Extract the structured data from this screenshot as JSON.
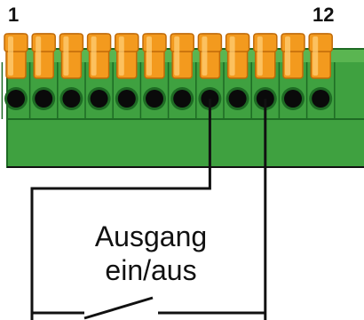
{
  "terminal_block": {
    "first_pin_label": "1",
    "last_pin_label": "12",
    "pin_count": 12,
    "colors": {
      "body": "#3fa140",
      "body_light": "#6cc35d",
      "body_dark": "#1e6b24",
      "lever": "#f39a1e",
      "lever_dark": "#c06a08",
      "lever_light": "#ffd27a",
      "hole": "#0a0a0a"
    }
  },
  "switch": {
    "label_line1": "Ausgang",
    "label_line2": "ein/aus"
  },
  "wiring": {
    "wire_color": "#111111",
    "connected_pins": [
      8,
      10
    ]
  }
}
